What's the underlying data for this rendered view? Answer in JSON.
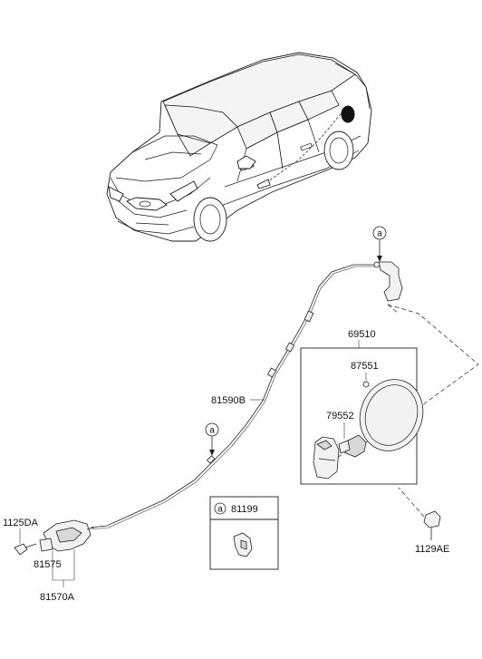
{
  "labels": {
    "p69510": "69510",
    "p87551": "87551",
    "p79552": "79552",
    "p81590b": "81590B",
    "p1125da": "1125DA",
    "p81575": "81575",
    "p81570a": "81570A",
    "p81199": "81199",
    "p1129ae": "1129AE"
  },
  "refs": {
    "top": "a",
    "mid": "a",
    "box": "a"
  }
}
